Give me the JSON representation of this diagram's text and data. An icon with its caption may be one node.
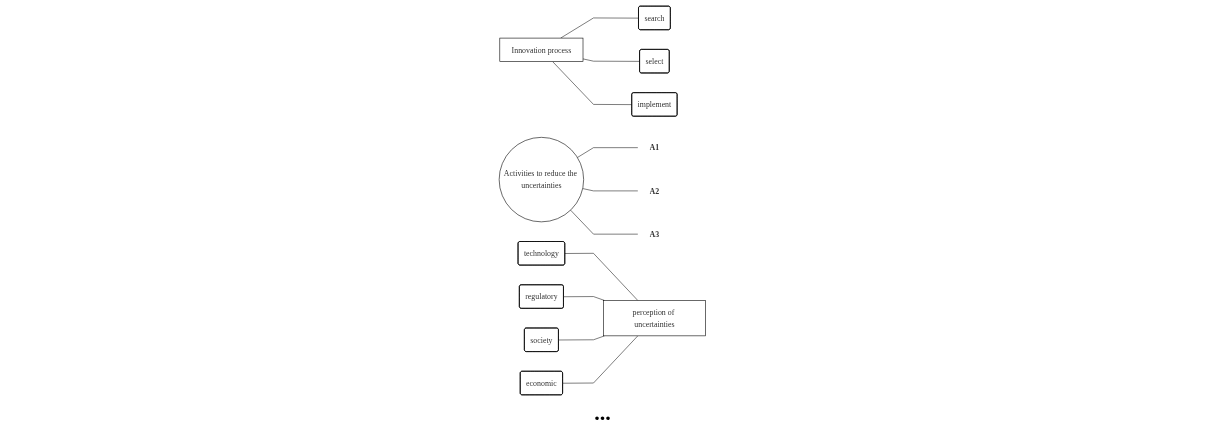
{
  "diagram": {
    "nodes": [
      {
        "text": [
          "Innovation process"
        ]
      },
      {
        "text": [
          "search"
        ]
      },
      {
        "text": [
          "select"
        ]
      },
      {
        "text": [
          "implement"
        ]
      },
      {
        "text": [
          "Activities to reduce the uncertainties"
        ]
      },
      {
        "text": [
          "A1"
        ]
      },
      {
        "text": [
          "A2"
        ]
      },
      {
        "text": [
          "A3"
        ]
      },
      {
        "text": [
          "technology"
        ]
      },
      {
        "text": [
          "regulatory"
        ]
      },
      {
        "text": [
          "society"
        ]
      },
      {
        "text": [
          "economic"
        ]
      },
      {
        "text": [
          "perception of uncertainties"
        ]
      }
    ],
    "edges": [
      {
        "from": 0,
        "to": 1,
        "arrow": "none"
      },
      {
        "from": 0,
        "to": 2,
        "arrow": "none"
      },
      {
        "from": 0,
        "to": 3,
        "arrow": "none"
      },
      {
        "from": 4,
        "to": 5,
        "arrow": "none"
      },
      {
        "from": 4,
        "to": 6,
        "arrow": "none"
      },
      {
        "from": 4,
        "to": 7,
        "arrow": "none"
      },
      {
        "from": 8,
        "to": 12,
        "arrow": "none"
      },
      {
        "from": 9,
        "to": 12,
        "arrow": "none"
      },
      {
        "from": 10,
        "to": 12,
        "arrow": "none"
      },
      {
        "from": 11,
        "to": 12,
        "arrow": "none"
      }
    ],
    "labels": [
      "..."
    ]
  }
}
